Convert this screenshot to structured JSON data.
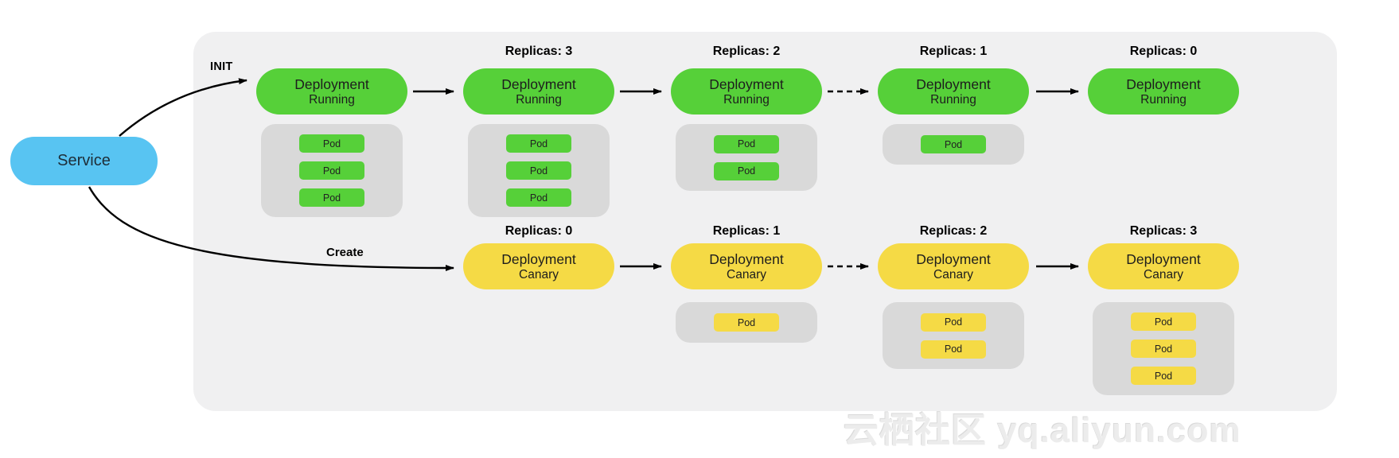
{
  "colors": {
    "service_blue": "#58c4f2",
    "running_green": "#56d039",
    "canary_yellow": "#f5da45",
    "pod_group_gray": "#d9d9d9",
    "panel_gray": "#f0f0f1",
    "arrow_black": "#000000"
  },
  "service": {
    "label": "Service"
  },
  "edge_labels": {
    "init": "INIT",
    "create": "Create"
  },
  "rows": [
    {
      "name": "running-row",
      "columns": [
        {
          "replicas": "",
          "title": "Deployment",
          "subtitle": "Running",
          "pods": [
            "Pod",
            "Pod",
            "Pod"
          ]
        },
        {
          "replicas": "Replicas: 3",
          "title": "Deployment",
          "subtitle": "Running",
          "pods": [
            "Pod",
            "Pod",
            "Pod"
          ]
        },
        {
          "replicas": "Replicas: 2",
          "title": "Deployment",
          "subtitle": "Running",
          "pods": [
            "Pod",
            "Pod"
          ]
        },
        {
          "replicas": "Replicas: 1",
          "title": "Deployment",
          "subtitle": "Running",
          "pods": [
            "Pod"
          ]
        },
        {
          "replicas": "Replicas: 0",
          "title": "Deployment",
          "subtitle": "Running",
          "pods": []
        }
      ]
    },
    {
      "name": "canary-row",
      "columns": [
        {
          "replicas": "Replicas: 0",
          "title": "Deployment",
          "subtitle": "Canary",
          "pods": []
        },
        {
          "replicas": "Replicas: 1",
          "title": "Deployment",
          "subtitle": "Canary",
          "pods": [
            "Pod"
          ]
        },
        {
          "replicas": "Replicas: 2",
          "title": "Deployment",
          "subtitle": "Canary",
          "pods": [
            "Pod",
            "Pod"
          ]
        },
        {
          "replicas": "Replicas: 3",
          "title": "Deployment",
          "subtitle": "Canary",
          "pods": [
            "Pod",
            "Pod",
            "Pod"
          ]
        }
      ]
    }
  ],
  "connections": [
    {
      "from": "service",
      "to": "running-1",
      "label": "INIT",
      "style": "solid-curved"
    },
    {
      "from": "service",
      "to": "canary-1",
      "label": "Create",
      "style": "solid-curved"
    },
    {
      "from": "running-1",
      "to": "running-2",
      "style": "solid"
    },
    {
      "from": "running-2",
      "to": "running-3",
      "style": "solid"
    },
    {
      "from": "running-3",
      "to": "running-4",
      "style": "dashed"
    },
    {
      "from": "running-4",
      "to": "running-5",
      "style": "solid"
    },
    {
      "from": "canary-1",
      "to": "canary-2",
      "style": "solid"
    },
    {
      "from": "canary-2",
      "to": "canary-3",
      "style": "dashed"
    },
    {
      "from": "canary-3",
      "to": "canary-4",
      "style": "solid"
    }
  ],
  "watermark": "云栖社区 yq.aliyun.com"
}
